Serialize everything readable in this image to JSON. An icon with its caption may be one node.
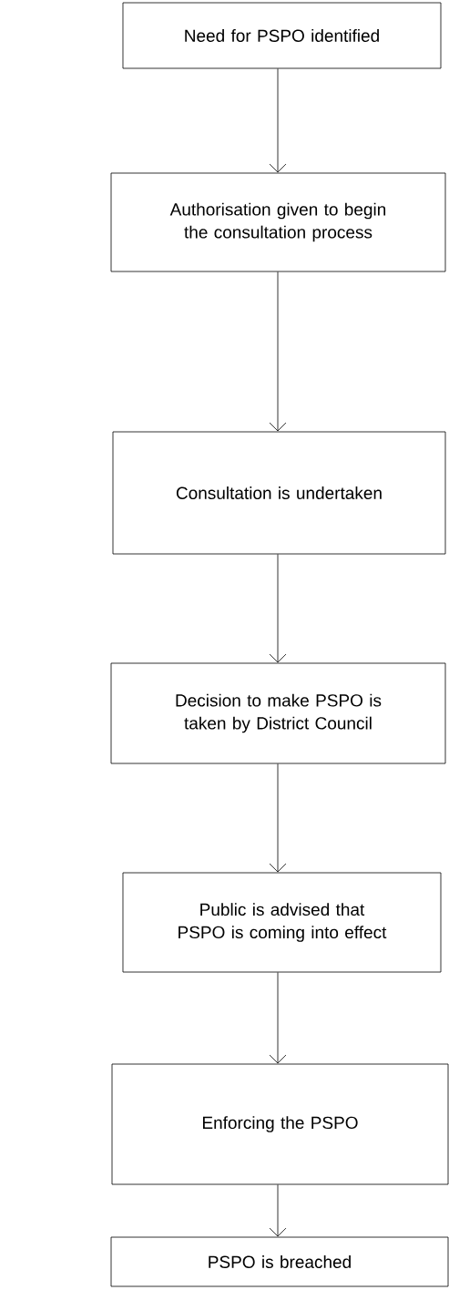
{
  "diagram": {
    "nodes": [
      {
        "text": [
          "Need for PSPO identified"
        ]
      },
      {
        "text": [
          "Authorisation given to begin the consultation process"
        ]
      },
      {
        "text": [
          "Consultation is undertaken"
        ]
      },
      {
        "text": [
          "Decision to make PSPO is taken by District Council"
        ]
      },
      {
        "text": [
          "Public is advised that PSPO is coming into effect"
        ]
      },
      {
        "text": [
          "Enforcing the PSPO"
        ]
      },
      {
        "text": [
          "PSPO is breached"
        ]
      }
    ],
    "edges": [
      {
        "from": 0,
        "to": 1,
        "arrow": "to"
      },
      {
        "from": 1,
        "to": 2,
        "arrow": "to"
      },
      {
        "from": 2,
        "to": 3,
        "arrow": "to"
      },
      {
        "from": 3,
        "to": 4,
        "arrow": "to"
      },
      {
        "from": 4,
        "to": 5,
        "arrow": "to"
      },
      {
        "from": 5,
        "to": 6,
        "arrow": "to"
      }
    ]
  }
}
